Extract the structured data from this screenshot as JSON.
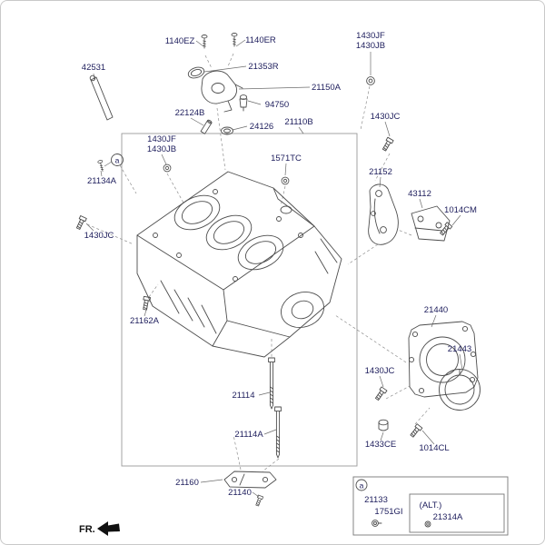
{
  "colors": {
    "line": "#4d4d4d",
    "label": "#1d1d5c",
    "frame_border": "#c9c9c9",
    "arrow": "#111111"
  },
  "footer": {
    "fr": "FR."
  },
  "markers": {
    "a_left": "a",
    "a_inset": "a"
  },
  "labels": {
    "p1140ez": "1140EZ",
    "p1140er": "1140ER",
    "p1430jf_top": "1430JF",
    "p1430jb_top": "1430JB",
    "p42531": "42531",
    "p21353r": "21353R",
    "p21150a": "21150A",
    "p94750": "94750",
    "p22124b": "22124B",
    "p24126": "24126",
    "p21110b": "21110B",
    "p1430jc_right": "1430JC",
    "p1430jf_left": "1430JF",
    "p1430jb_left": "1430JB",
    "p1571tc": "1571TC",
    "p21152": "21152",
    "p43112": "43112",
    "p1014cm": "1014CM",
    "p21134a": "21134A",
    "p1430jc_left": "1430JC",
    "p21162a": "21162A",
    "p21440": "21440",
    "p21443": "21443",
    "p1430jc_bottom": "1430JC",
    "p21114": "21114",
    "p21114a": "21114A",
    "p1433ce": "1433CE",
    "p1014cl": "1014CL",
    "p21160": "21160",
    "p21140": "21140"
  },
  "inset": {
    "p21133": "21133",
    "p1751gi": "1751GI",
    "alt_label": "(ALT.)",
    "p21314a": "21314A"
  }
}
